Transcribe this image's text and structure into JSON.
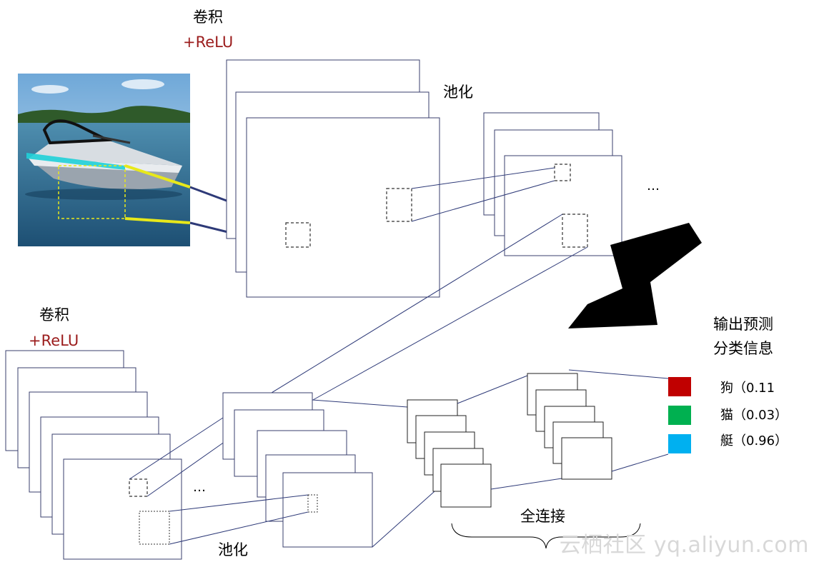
{
  "labels": {
    "conv_top": "卷积",
    "relu_top": "+ReLU",
    "pool_top": "池化",
    "ellipsis_top": "…",
    "conv_bottom": "卷积",
    "relu_bottom": "+ReLU",
    "ellipsis_bottom": "…",
    "pool_bottom": "池化",
    "fully_connected": "全连接",
    "output_title_line1": "输出预测",
    "output_title_line2": "分类信息"
  },
  "outputs": [
    {
      "label": "狗（0.11",
      "color": "#c00000"
    },
    {
      "label": "猫（0.03）",
      "color": "#00b050"
    },
    {
      "label": "艇（0.96）",
      "color": "#00b0f0"
    }
  ],
  "colors": {
    "relu": "#9b1c1c",
    "box_border": "#3a3f6e",
    "connector_blue": "#2e3a78",
    "connector_yellow": "#e8e81a",
    "highlight_cyan": "#20d0d8",
    "arrow": "#000000"
  },
  "watermark": "云栖社区 yq.aliyun.com"
}
